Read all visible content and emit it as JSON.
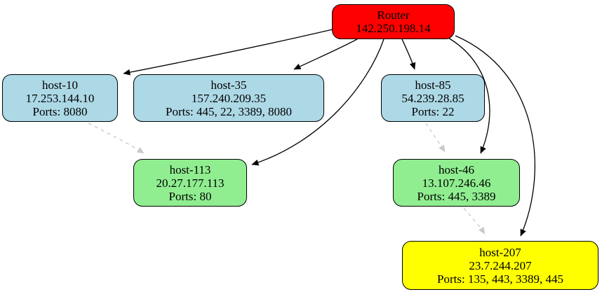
{
  "diagram": {
    "type": "network-topology-graph",
    "background": "#ffffff",
    "nodes": [
      {
        "id": "router",
        "name": "Router",
        "ip": "142.250.198.14",
        "ports": "",
        "fill": "#ff0000"
      },
      {
        "id": "host-10",
        "name": "host-10",
        "ip": "17.253.144.10",
        "ports": "Ports: 8080",
        "fill": "#add8e6"
      },
      {
        "id": "host-35",
        "name": "host-35",
        "ip": "157.240.209.35",
        "ports": "Ports: 445, 22, 3389, 8080",
        "fill": "#add8e6"
      },
      {
        "id": "host-85",
        "name": "host-85",
        "ip": "54.239.28.85",
        "ports": "Ports: 22",
        "fill": "#add8e6"
      },
      {
        "id": "host-113",
        "name": "host-113",
        "ip": "20.27.177.113",
        "ports": "Ports: 80",
        "fill": "#90ee90"
      },
      {
        "id": "host-46",
        "name": "host-46",
        "ip": "13.107.246.46",
        "ports": "Ports: 445, 3389",
        "fill": "#90ee90"
      },
      {
        "id": "host-207",
        "name": "host-207",
        "ip": "23.7.244.207",
        "ports": "Ports: 135, 443, 3389, 445",
        "fill": "#ffff00"
      }
    ],
    "edges": [
      {
        "from": "Router",
        "to": "host-10",
        "style": "solid",
        "color": "#000000"
      },
      {
        "from": "Router",
        "to": "host-35",
        "style": "solid",
        "color": "#000000"
      },
      {
        "from": "Router",
        "to": "host-85",
        "style": "solid",
        "color": "#000000"
      },
      {
        "from": "Router",
        "to": "host-113",
        "style": "solid",
        "color": "#000000"
      },
      {
        "from": "Router",
        "to": "host-46",
        "style": "solid",
        "color": "#000000"
      },
      {
        "from": "Router",
        "to": "host-207",
        "style": "solid",
        "color": "#000000"
      },
      {
        "from": "host-10",
        "to": "host-113",
        "style": "dashed",
        "color": "#c9c9c9"
      },
      {
        "from": "host-85",
        "to": "host-46",
        "style": "dashed",
        "color": "#c9c9c9"
      },
      {
        "from": "host-46",
        "to": "host-207",
        "style": "dashed",
        "color": "#c9c9c9"
      }
    ],
    "colors": {
      "router_fill": "#ff0000",
      "host_blue_fill": "#add8e6",
      "host_green_fill": "#90ee90",
      "host_yellow_fill": "#ffff00",
      "node_border": "#000000",
      "solid_edge": "#000000",
      "dashed_edge": "#c9c9c9",
      "text": "#000000"
    }
  }
}
